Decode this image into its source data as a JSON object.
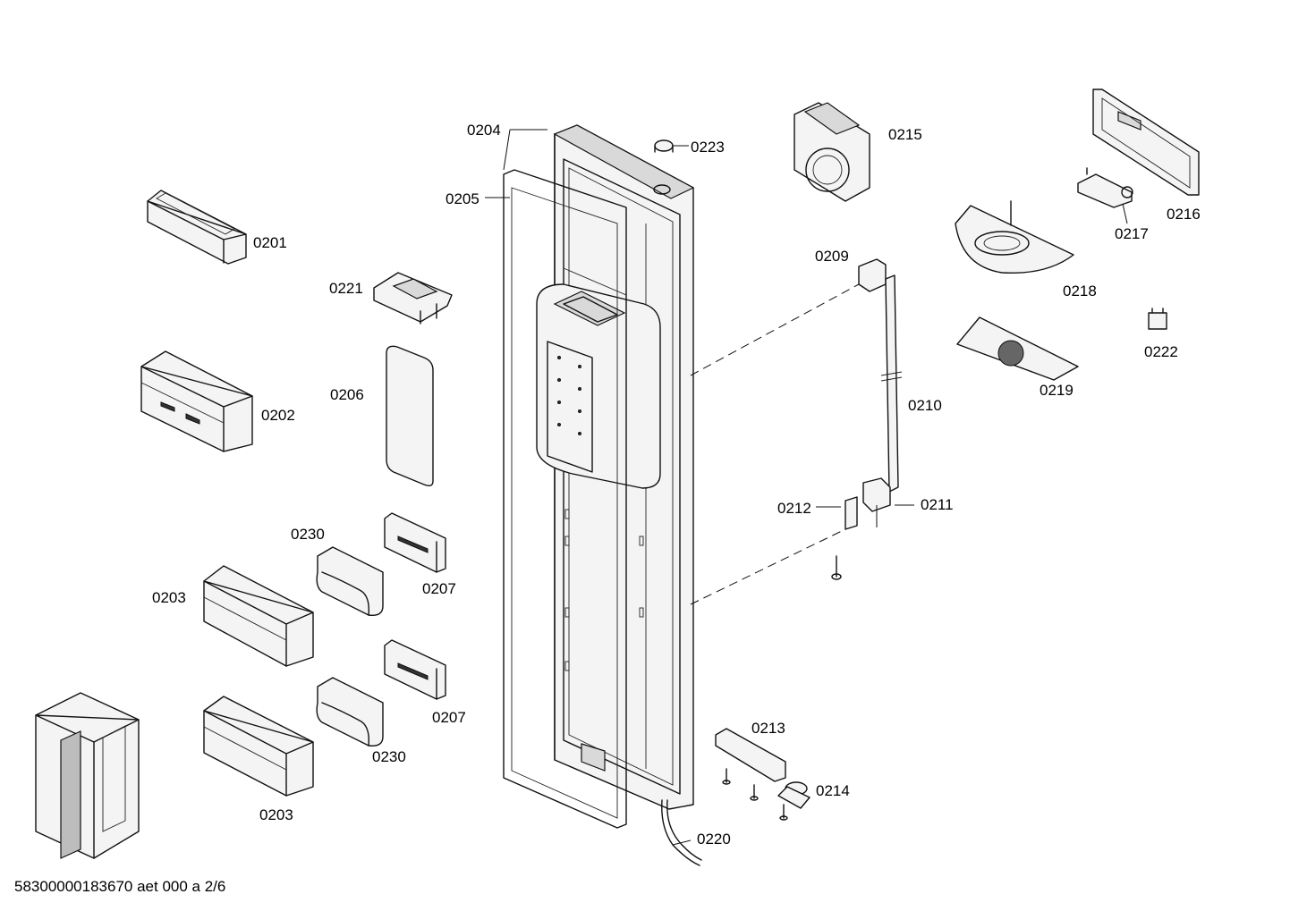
{
  "labels": {
    "p0201": "0201",
    "p0202": "0202",
    "p0203a": "0203",
    "p0203b": "0203",
    "p0204": "0204",
    "p0205": "0205",
    "p0206": "0206",
    "p0207a": "0207",
    "p0207b": "0207",
    "p0209": "0209",
    "p0210": "0210",
    "p0211": "0211",
    "p0212": "0212",
    "p0213": "0213",
    "p0214": "0214",
    "p0215": "0215",
    "p0216": "0216",
    "p0217": "0217",
    "p0218": "0218",
    "p0219": "0219",
    "p0220": "0220",
    "p0221": "0221",
    "p0222": "0222",
    "p0223": "0223",
    "p0230a": "0230",
    "p0230b": "0230"
  },
  "footer": {
    "document_id": "58300000183670 aet 000 a 2/6"
  },
  "colors": {
    "line": "#111111",
    "background": "#ffffff"
  }
}
